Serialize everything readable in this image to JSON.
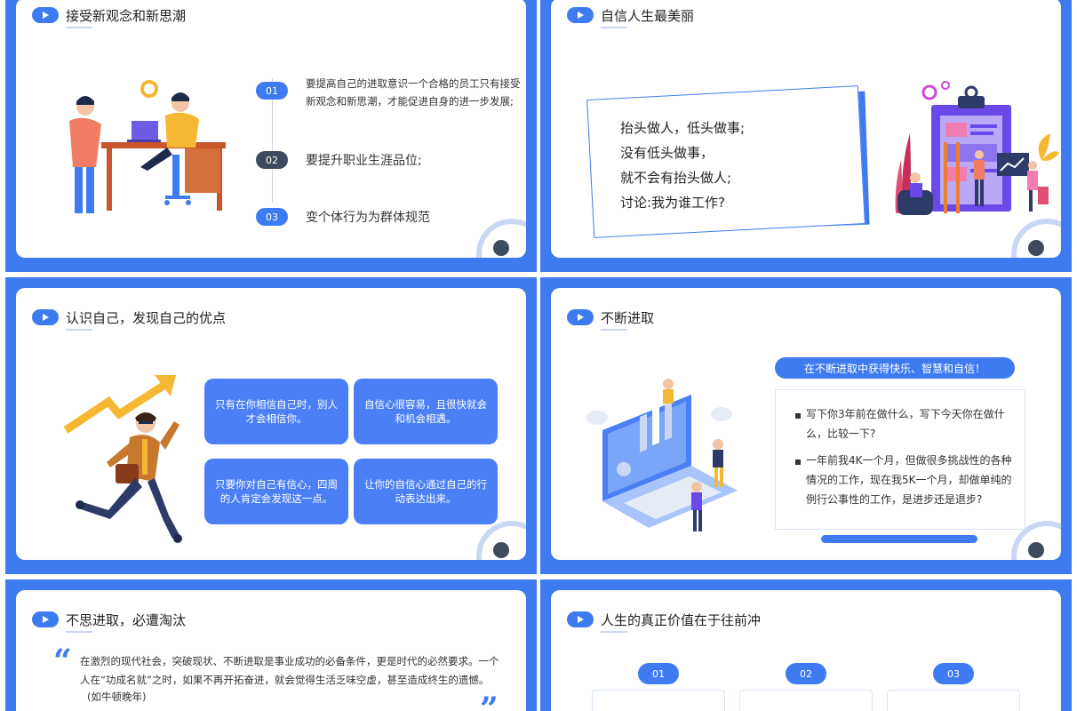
{
  "slides": {
    "s1": {
      "title": "接受新观念和新思潮",
      "items": [
        {
          "num": "01",
          "text": "要提高自己的进取意识一个合格的员工只有接受新观念和新思潮，才能促进自身的进一步发展;"
        },
        {
          "num": "02",
          "text": "要提升职业生涯品位;"
        },
        {
          "num": "03",
          "text": "变个体行为为群体规范"
        }
      ]
    },
    "s2": {
      "title": "自信人生最美丽",
      "lines": [
        "抬头做人，低头做事;",
        "没有低头做事，",
        "就不会有抬头做人;",
        "讨论:我为谁工作?"
      ]
    },
    "s3": {
      "title": "认识自己，发现自己的优点",
      "bubbles": [
        "只有在你相信自己时，别人才会相信你。",
        "自信心很容易，且很快就会和机会相遇。",
        "只要你对自己有信心，四周的人肯定会发现这一点。",
        "让你的自信心通过自己的行动表达出来。"
      ]
    },
    "s4": {
      "title": "不断进取",
      "banner": "在不断进取中获得快乐、智慧和自信！",
      "bullets": [
        "写下你3年前在做什么，写下今天你在做什么，比较一下?",
        "一年前我4K一个月，但做很多挑战性的各种情况的工作，现在我5K一个月，却做单纯的例行公事性的工作，是进步还是退步?"
      ]
    },
    "s5": {
      "title": "不思进取，必遭淘汰",
      "quote": "在激烈的现代社会，突破现状、不断进取是事业成功的必备条件，更是时代的必然要求。一个人在“功成名就”之时，如果不再开拓奋进，就会觉得生活乏味空虚，甚至造成终生的遗憾。",
      "attribution": "(如牛顿晚年)"
    },
    "s6": {
      "title": "人生的真正价值在于往前冲",
      "nums": [
        "01",
        "02",
        "03"
      ]
    }
  },
  "colors": {
    "primary": "#3f7bf0",
    "bubble": "#4a7ff5",
    "dark": "#3d4b5c",
    "accent": "#f5b833"
  }
}
